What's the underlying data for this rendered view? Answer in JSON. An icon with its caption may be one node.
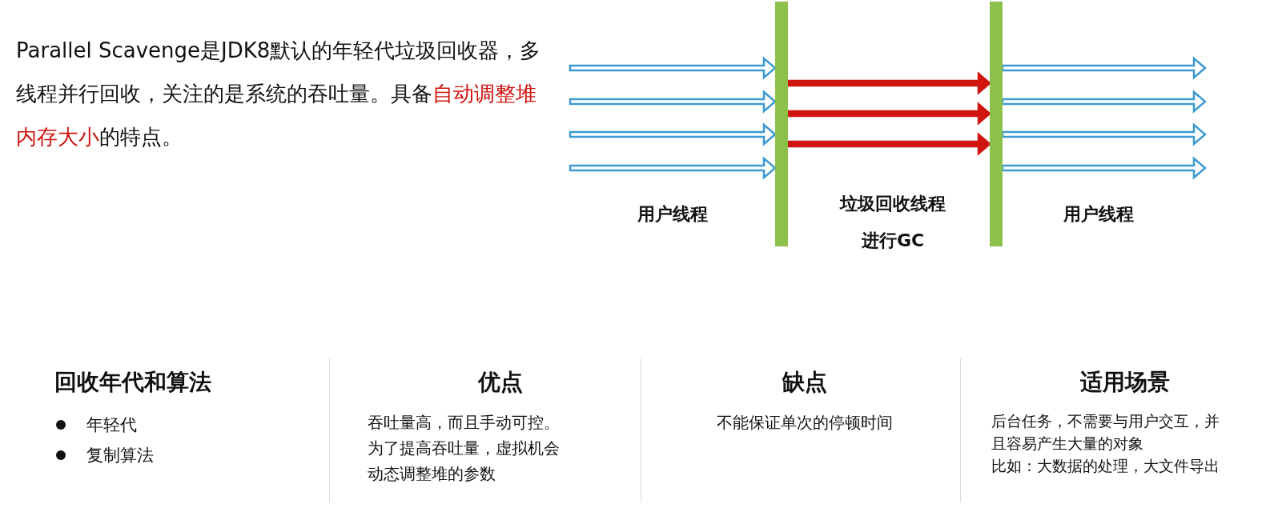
{
  "diagram": {
    "nodes": [
      {
        "text": [],
        "shape": "bar"
      },
      {
        "text": [],
        "shape": "bar"
      }
    ],
    "edges": [
      {
        "from": null,
        "to": 0,
        "arrow": "to"
      },
      {
        "from": null,
        "to": 0,
        "arrow": "to"
      },
      {
        "from": null,
        "to": 0,
        "arrow": "to"
      },
      {
        "from": null,
        "to": 0,
        "arrow": "to"
      },
      {
        "from": 0,
        "to": 1,
        "arrow": "to",
        "color": "#d0140f"
      },
      {
        "from": 0,
        "to": 1,
        "arrow": "to",
        "color": "#d0140f"
      },
      {
        "from": 0,
        "to": 1,
        "arrow": "to",
        "color": "#d0140f"
      },
      {
        "from": 1,
        "to": null,
        "arrow": "to"
      },
      {
        "from": 1,
        "to": null,
        "arrow": "to"
      },
      {
        "from": 1,
        "to": null,
        "arrow": "to"
      },
      {
        "from": 1,
        "to": null,
        "arrow": "to"
      }
    ],
    "labels": [
      "Parallel Scavenge是JDK8默认的年轻代垃圾回收器，多线程并行回收，关注的是系统的吞吐量。具备**自动调整堆内存大小**的特点。",
      "用户线程",
      "垃圾回收线程进行GC",
      "用户线程",
      "回收年代和算法",
      "年轻代",
      "复制算法",
      "优点",
      "吞吐量高，而且手动可控。为了提高吞吐量，虚拟机会动态调整堆的参数",
      "缺点",
      "不能保证单次的停顿时间",
      "适用场景",
      "后台任务，不需要与用户交互，并且容易产生大量的对象",
      "比如：大数据的处理，大文件导出"
    ]
  }
}
